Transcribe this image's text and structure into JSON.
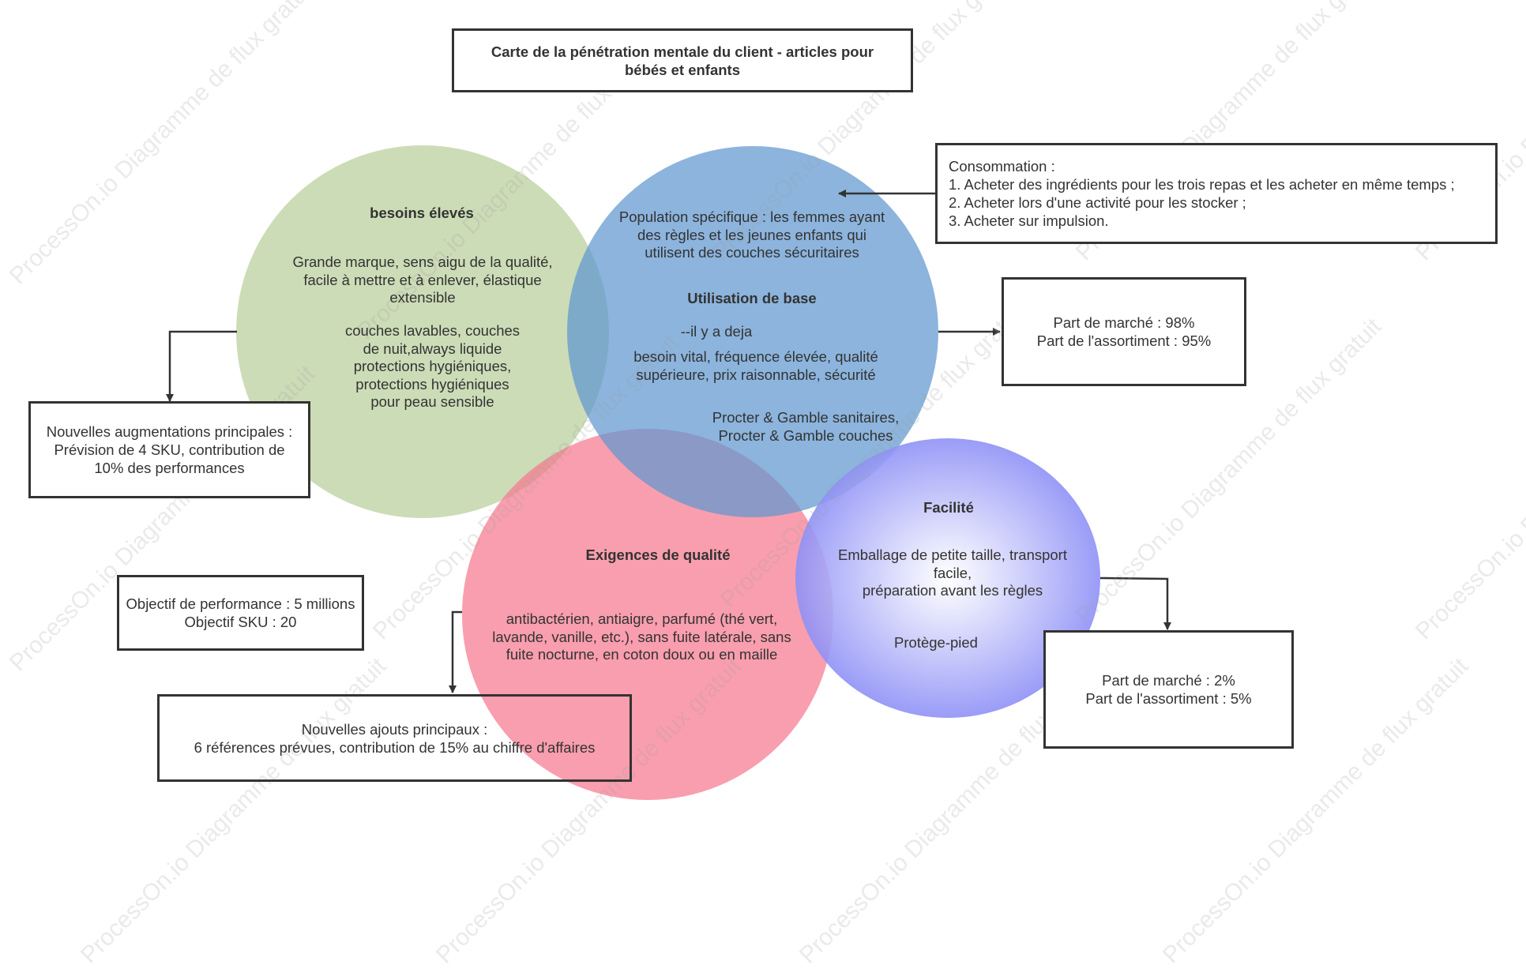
{
  "title": {
    "line1": "Carte de la pénétration mentale du client - articles pour",
    "line2": "bébés et enfants"
  },
  "watermark": "ProcessOn.io Diagramme de flux gratuit",
  "colors": {
    "green_circle": "#c7d9b0",
    "blue_circle": "#7aa9d8",
    "red_circle": "#f7889a",
    "purple_circle": "#9a9cf7",
    "border": "#333333"
  },
  "circles": {
    "green": {
      "heading": "besoins élevés",
      "text1": "Grande marque, sens aigu de la qualité,\nfacile à mettre et à enlever, élastique\nextensible",
      "text2": "couches lavables, couches\nde nuit,always liquide\nprotections hygiéniques,\nprotections hygiéniques\npour peau sensible"
    },
    "blue": {
      "text_top": "Population spécifique : les femmes ayant\ndes règles et les jeunes enfants qui\nutilisent des couches sécuritaires",
      "heading": "Utilisation de base",
      "text_il": "--il y a deja",
      "text_needs": "besoin vital, fréquence élevée, qualité\nsupérieure, prix raisonnable, sécurité",
      "text_brands": "Procter & Gamble sanitaires,\nProcter & Gamble couches"
    },
    "red": {
      "heading": "Exigences de qualité",
      "text": "antibactérien, antiaigre, parfumé (thé vert,\nlavande, vanille, etc.), sans fuite latérale, sans\nfuite nocturne, en coton doux ou en maille"
    },
    "purple": {
      "heading": "Facilité",
      "text": "Emballage de petite taille, transport\nfacile,\npréparation avant les règles",
      "text2": "Protège-pied"
    }
  },
  "boxes": {
    "consumption": {
      "line1": "Consommation :",
      "line2": "1. Acheter des ingrédients pour les trois repas et les acheter en même temps ;",
      "line3": "2. Acheter lors d'une activité pour les stocker ;",
      "line4": "3. Acheter sur impulsion."
    },
    "market_blue": {
      "line1": "Part de marché : 98%",
      "line2": "Part de l'assortiment : 95%"
    },
    "new_green": {
      "line1": "Nouvelles augmentations principales :",
      "line2": "Prévision de 4 SKU, contribution de",
      "line3": "10% des performances"
    },
    "objective": {
      "line1": "Objectif de performance : 5 millions",
      "line2": "Objectif SKU : 20"
    },
    "new_red": {
      "line1": "Nouvelles ajouts principaux :",
      "line2": "6 références prévues, contribution de 15% au chiffre d'affaires"
    },
    "market_purple": {
      "line1": "Part de marché : 2%",
      "line2": "Part de l'assortiment : 5%"
    }
  }
}
